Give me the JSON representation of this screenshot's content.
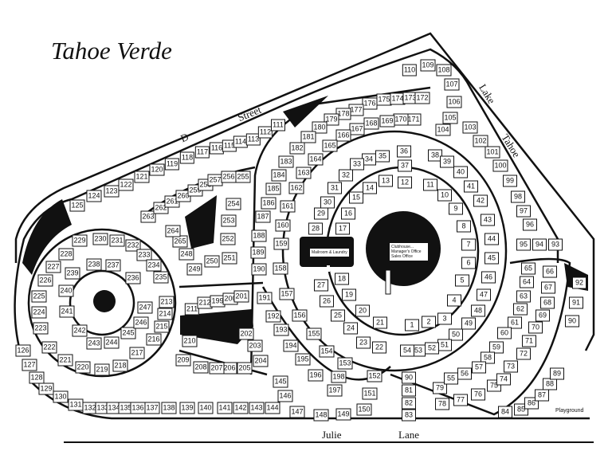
{
  "title": "Tahoe Verde",
  "streets": {
    "d": "D",
    "street": "Street",
    "lake": "Lake",
    "tahoe": "Tahoe",
    "julie": "Julie",
    "lane": "Lane"
  },
  "labels": {
    "laundry": "Mailroom & Laundry",
    "clubhouse": [
      "Clubhouse...",
      "Manager's Office",
      "Sales Office"
    ],
    "playground": "Playground"
  },
  "colors": {
    "ink": "#111111",
    "paper": "#ffffff"
  },
  "lots": [
    "125",
    "124",
    "123",
    "122",
    "121",
    "120",
    "119",
    "118",
    "117",
    "116",
    "115",
    "114",
    "113",
    "112",
    "111",
    "110",
    "109",
    "108",
    "107",
    "106",
    "105",
    "104",
    "103",
    "102",
    "101",
    "100",
    "99",
    "98",
    "97",
    "96",
    "95",
    "94",
    "93",
    "176",
    "175",
    "174",
    "173",
    "172",
    "177",
    "178",
    "179",
    "180",
    "181",
    "182",
    "183",
    "184",
    "185",
    "186",
    "187",
    "188",
    "189",
    "190",
    "171",
    "170",
    "169",
    "168",
    "167",
    "166",
    "165",
    "164",
    "163",
    "162",
    "161",
    "160",
    "159",
    "158",
    "36",
    "37",
    "35",
    "34",
    "33",
    "32",
    "31",
    "30",
    "29",
    "28",
    "12",
    "13",
    "14",
    "15",
    "16",
    "17",
    "38",
    "39",
    "40",
    "41",
    "42",
    "43",
    "44",
    "45",
    "46",
    "47",
    "48",
    "49",
    "50",
    "51",
    "52",
    "53",
    "54",
    "11",
    "10",
    "9",
    "8",
    "7",
    "6",
    "5",
    "4",
    "3",
    "2",
    "1",
    "27",
    "18",
    "26",
    "19",
    "25",
    "20",
    "24",
    "21",
    "23",
    "22",
    "191",
    "157",
    "192",
    "156",
    "193",
    "155",
    "194",
    "154",
    "195",
    "153",
    "196",
    "198",
    "197",
    "152",
    "151",
    "150",
    "149",
    "148",
    "147",
    "146",
    "145",
    "126",
    "127",
    "128",
    "129",
    "130",
    "131",
    "132",
    "133",
    "134",
    "135",
    "136",
    "137",
    "138",
    "139",
    "140",
    "141",
    "142",
    "143",
    "144",
    "230",
    "231",
    "232",
    "233",
    "234",
    "235",
    "229",
    "228",
    "227",
    "226",
    "225",
    "224",
    "223",
    "222",
    "221",
    "220",
    "219",
    "218",
    "217",
    "216",
    "215",
    "214",
    "213",
    "238",
    "237",
    "236",
    "239",
    "240",
    "241",
    "242",
    "243",
    "244",
    "245",
    "246",
    "247",
    "263",
    "262",
    "261",
    "260",
    "259",
    "258",
    "257",
    "256",
    "255",
    "254",
    "253",
    "252",
    "251",
    "250",
    "249",
    "248",
    "265",
    "264",
    "211",
    "212",
    "199",
    "200",
    "201",
    "202",
    "203",
    "204",
    "205",
    "206",
    "207",
    "208",
    "209",
    "210",
    "90",
    "81",
    "82",
    "83",
    "79",
    "78",
    "77",
    "76",
    "75",
    "74",
    "73",
    "72",
    "71",
    "70",
    "69",
    "68",
    "67",
    "66",
    "65",
    "64",
    "63",
    "62",
    "61",
    "60",
    "59",
    "58",
    "57",
    "56",
    "55",
    "84",
    "85",
    "86",
    "87",
    "88",
    "89",
    "92",
    "91",
    "90"
  ]
}
